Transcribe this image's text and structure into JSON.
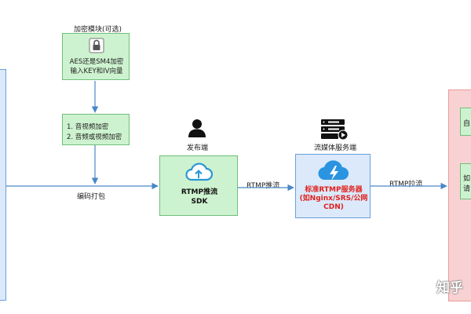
{
  "encryption_module": {
    "title": "加密模块(可选)",
    "line1": "AES还是SM4加密",
    "line2": "输入KEY和IV向量"
  },
  "encrypt_options": {
    "item1": "1. 音视频加密",
    "item2": "2. 音频或视频加密"
  },
  "encode_pack_label": "编码打包",
  "publisher": {
    "role_label": "发布端",
    "box_line1": "RTMP推流",
    "box_line2": "SDK"
  },
  "push_arrow_label": "RTMP推流",
  "server": {
    "role_label": "流媒体服务端",
    "line1": "标准RTMP服务器",
    "line2": "(如Nginx/SRS/公网",
    "line3": "CDN)"
  },
  "pull_arrow_label": "RTMP拉流",
  "player_box": {
    "item1_partial": "自",
    "item2_partial_a": "如",
    "item2_partial_b": "请"
  },
  "watermark": "知乎",
  "colors": {
    "arrow": "#4a86c8",
    "server_text": "#e0201b",
    "green_fill": "#cdf2cf",
    "blue_fill": "#dbe9fb",
    "pink_fill": "#f8d2d2"
  }
}
